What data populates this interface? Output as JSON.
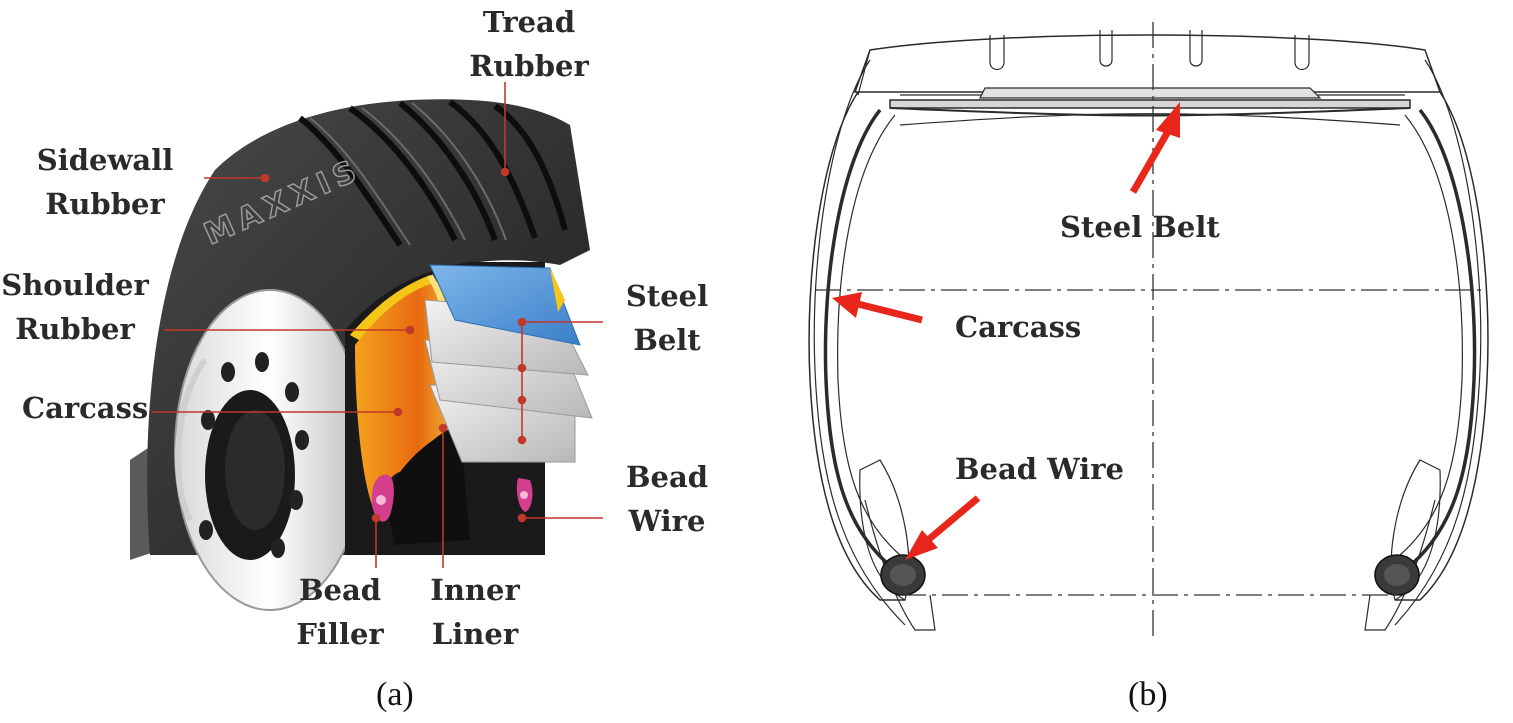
{
  "panel_a": {
    "brand": "MAXXIS",
    "labels": {
      "tread_rubber": [
        "Tread",
        "Rubber"
      ],
      "sidewall_rubber": [
        "Sidewall",
        "Rubber"
      ],
      "shoulder_rubber": [
        "Shoulder",
        "Rubber"
      ],
      "carcass": "Carcass",
      "steel_belt": [
        "Steel",
        "Belt"
      ],
      "bead_wire": [
        "Bead",
        "Wire"
      ],
      "bead_filler": [
        "Bead",
        "Filler"
      ],
      "inner_liner": [
        "Inner",
        "Liner"
      ]
    },
    "caption": "(a)"
  },
  "panel_b": {
    "labels": {
      "steel_belt": "Steel Belt",
      "carcass": "Carcass",
      "bead_wire": "Bead Wire"
    },
    "caption": "(b)"
  },
  "colors": {
    "leader_line": "#c0392b",
    "arrow": "#e8261c",
    "steel_belt_blue": "#4a90d9",
    "carcass_orange": "#f08a1c",
    "filler_yellow": "#f5c518"
  }
}
